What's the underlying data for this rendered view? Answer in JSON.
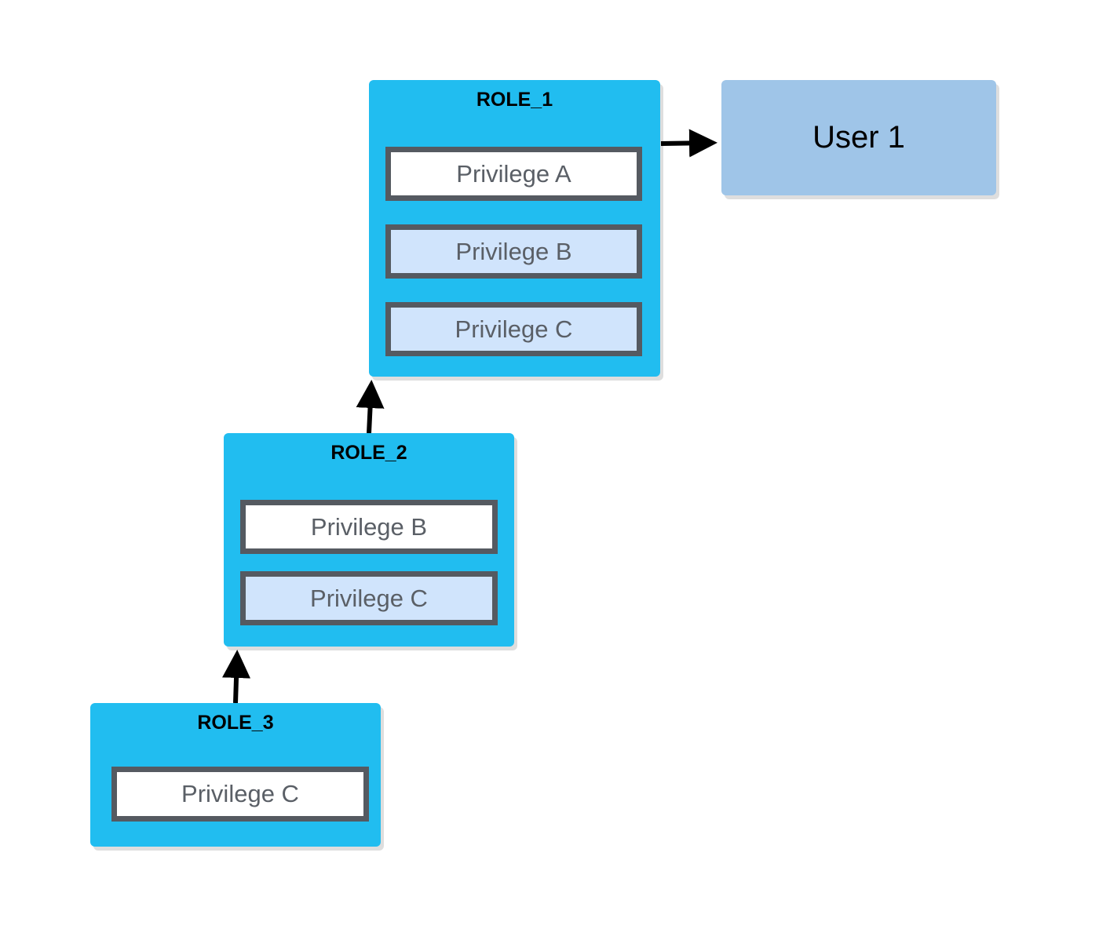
{
  "roles": [
    {
      "title": "ROLE_1",
      "privileges": [
        "Privilege A",
        "Privilege B",
        "Privilege C"
      ]
    },
    {
      "title": "ROLE_2",
      "privileges": [
        "Privilege B",
        "Privilege C"
      ]
    },
    {
      "title": "ROLE_3",
      "privileges": [
        "Privilege C"
      ]
    }
  ],
  "user": {
    "label": "User 1"
  },
  "colors": {
    "role_fill": "#21bdf0",
    "privilege_own_fill": "#ffffff",
    "privilege_inherited_fill": "#d0e4fc",
    "privilege_border": "#555a61",
    "user_fill": "#9fc5e8",
    "arrow": "#000000"
  }
}
